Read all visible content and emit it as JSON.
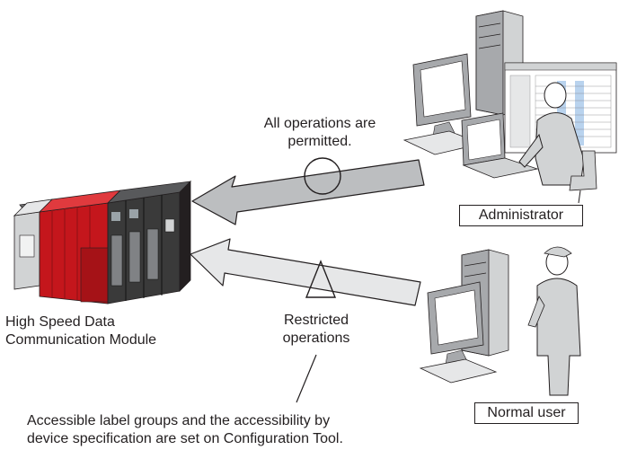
{
  "module": {
    "label_line1": "High Speed Data",
    "label_line2": "Communication Module"
  },
  "admin": {
    "label": "Administrator",
    "note_line1": "All operations are",
    "note_line2": "permitted.",
    "symbol": "circle"
  },
  "user": {
    "label": "Normal user",
    "note_line1": "Restricted",
    "note_line2": "operations",
    "symbol": "triangle"
  },
  "footnote": {
    "line1": "Accessible label groups and the accessibility by",
    "line2": "device specification are set on Configuration Tool."
  },
  "colors": {
    "arrow_fill": "#bcbec0",
    "arrow_stroke": "#231f20",
    "module_red": "#c4161c",
    "module_dark": "#3a3a3a",
    "screen_blue": "#b9d3ee"
  }
}
